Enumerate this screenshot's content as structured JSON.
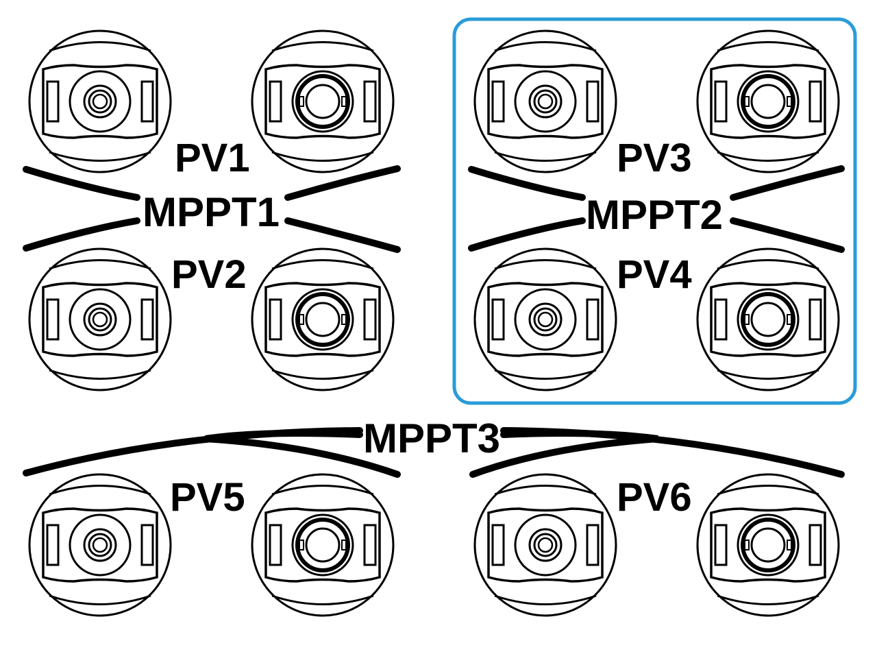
{
  "diagram": {
    "highlight_color": "#2b9cd8",
    "highlighted_group": "MPPT2",
    "pv_labels": [
      "PV1",
      "PV2",
      "PV3",
      "PV4",
      "PV5",
      "PV6"
    ],
    "mppt_labels": [
      "MPPT1",
      "MPPT2",
      "MPPT3"
    ],
    "connector_types": [
      "female-connector",
      "male-connector"
    ]
  }
}
